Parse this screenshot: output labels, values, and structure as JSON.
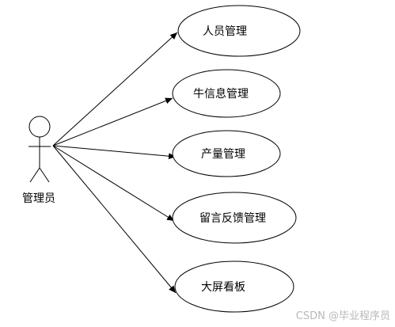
{
  "actor": {
    "label": "管理员"
  },
  "use_cases": [
    {
      "label": "人员管理"
    },
    {
      "label": "牛信息管理"
    },
    {
      "label": "产量管理"
    },
    {
      "label": "留言反馈管理"
    },
    {
      "label": "大屏看板"
    }
  ],
  "watermark": "CSDN @毕业程序员",
  "colors": {
    "line": "#000000",
    "background": "#ffffff",
    "watermark": "#b8b8b8"
  }
}
